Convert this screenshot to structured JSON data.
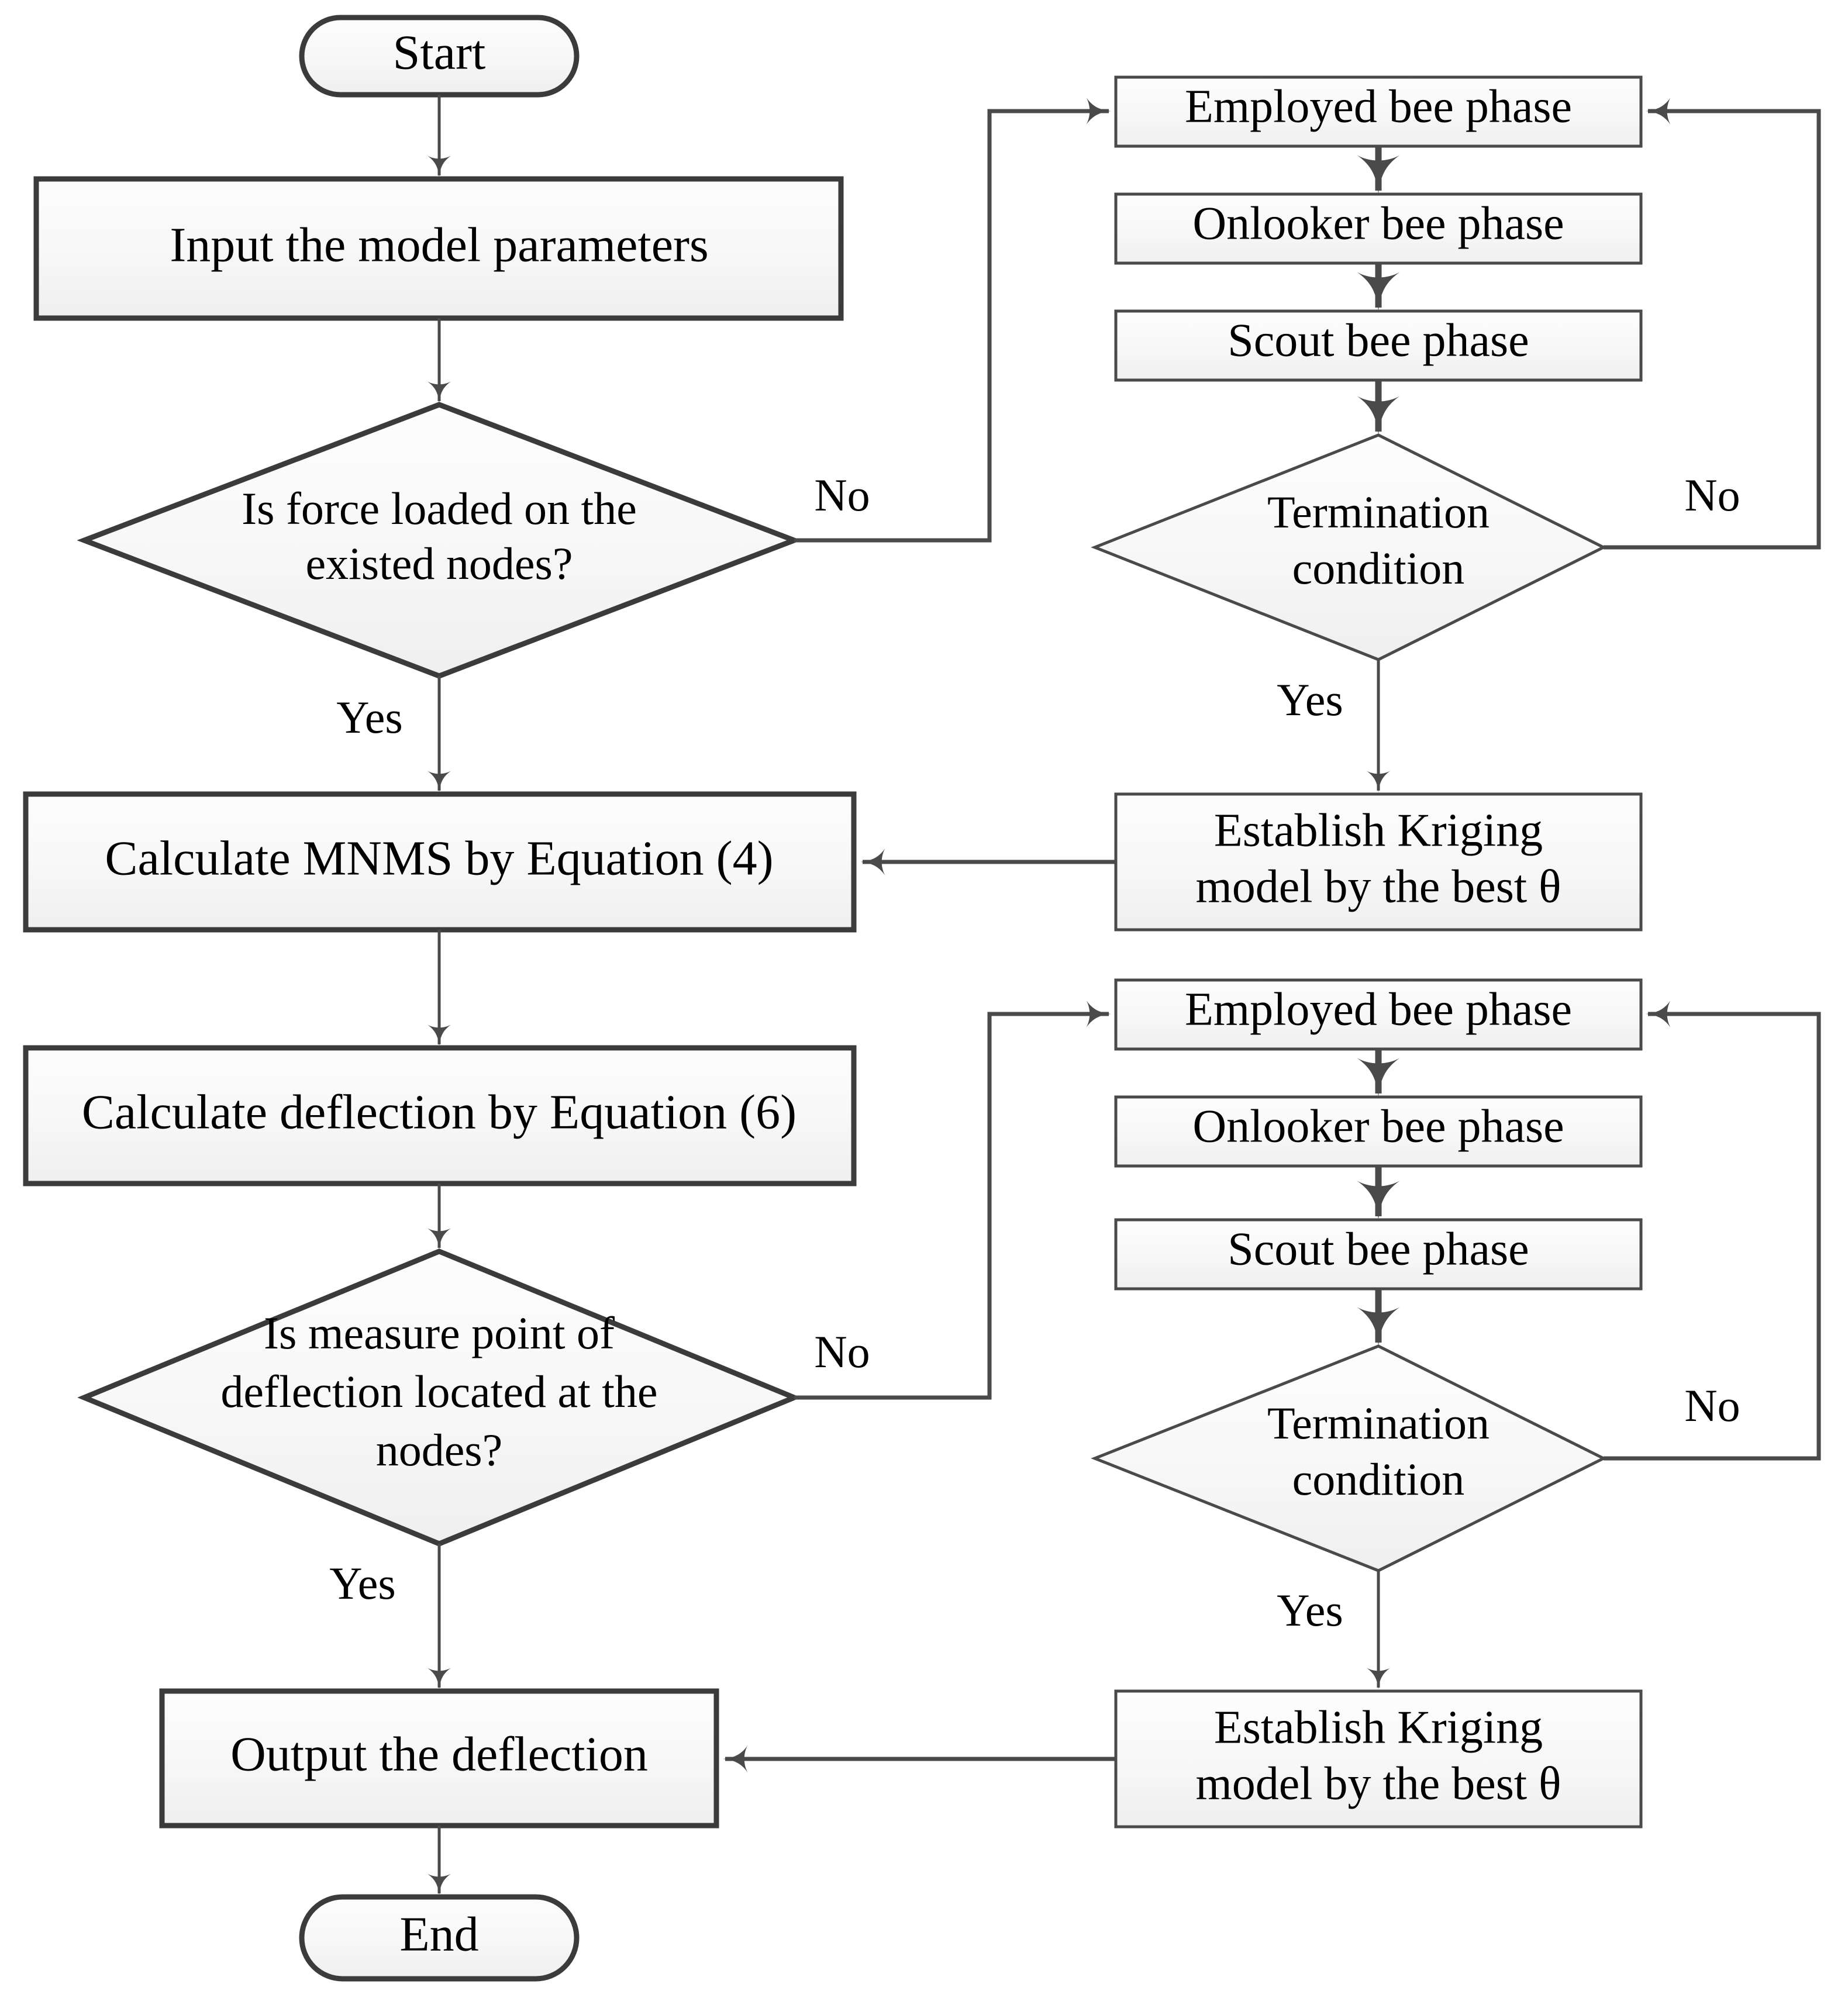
{
  "diagram": {
    "title": "Kriging-ABC deflection computation flowchart",
    "colors": {
      "shape_fill_top": "#fdfdfd",
      "shape_fill_bottom": "#f0f0f0",
      "shape_stroke": "#3b3b3b",
      "connector": "#4a4a4a",
      "text": "#000000",
      "background": "#ffffff"
    },
    "nodes": {
      "start": {
        "label": "Start",
        "shape": "terminator"
      },
      "input_params": {
        "label": "Input the model parameters",
        "shape": "process"
      },
      "force_decision": {
        "label_line1": "Is force loaded on the",
        "label_line2": "existed nodes?",
        "shape": "decision"
      },
      "calc_mnms": {
        "label": "Calculate MNMS by Equation (4)",
        "shape": "process"
      },
      "calc_deflection": {
        "label": "Calculate deflection by Equation (6)",
        "shape": "process"
      },
      "measure_decision": {
        "label_line1": "Is measure point of",
        "label_line2": "deflection located at the",
        "label_line3": "nodes?",
        "shape": "decision"
      },
      "output_deflection": {
        "label": "Output the deflection",
        "shape": "process"
      },
      "end": {
        "label": "End",
        "shape": "terminator"
      },
      "employed_bee_1": {
        "label": "Employed bee phase",
        "shape": "process"
      },
      "onlooker_bee_1": {
        "label": "Onlooker bee phase",
        "shape": "process"
      },
      "scout_bee_1": {
        "label": "Scout bee phase",
        "shape": "process"
      },
      "termination_1": {
        "label_line1": "Termination",
        "label_line2": "condition",
        "shape": "decision"
      },
      "kriging_1": {
        "label_line1": "Establish Kriging",
        "label_line2": "model by the best θ",
        "shape": "process"
      },
      "employed_bee_2": {
        "label": "Employed bee phase",
        "shape": "process"
      },
      "onlooker_bee_2": {
        "label": "Onlooker bee phase",
        "shape": "process"
      },
      "scout_bee_2": {
        "label": "Scout bee phase",
        "shape": "process"
      },
      "termination_2": {
        "label_line1": "Termination",
        "label_line2": "condition",
        "shape": "decision"
      },
      "kriging_2": {
        "label_line1": "Establish Kriging",
        "label_line2": "model by the best θ",
        "shape": "process"
      }
    },
    "edge_labels": {
      "force_no": "No",
      "force_yes": "Yes",
      "measure_no": "No",
      "measure_yes": "Yes",
      "termination_1_no": "No",
      "termination_1_yes": "Yes",
      "termination_2_no": "No",
      "termination_2_yes": "Yes"
    }
  }
}
